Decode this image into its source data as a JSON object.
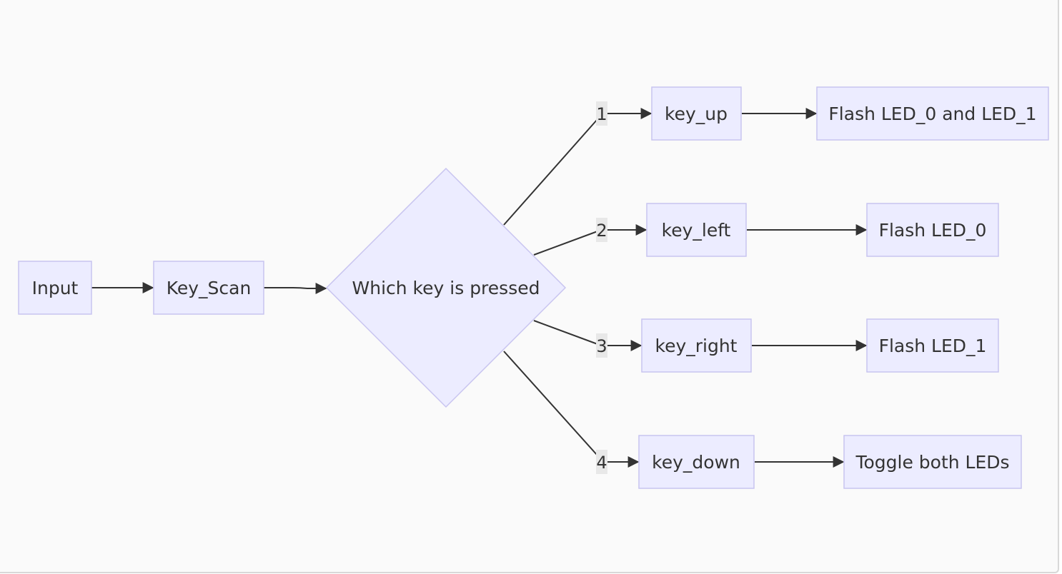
{
  "nodes": {
    "input": "Input",
    "key_scan": "Key_Scan",
    "decision": "Which key is pressed",
    "key_up": "key_up",
    "key_left": "key_left",
    "key_right": "key_right",
    "key_down": "key_down",
    "out_up": "Flash LED_0 and LED_1",
    "out_left": "Flash LED_0",
    "out_right": "Flash LED_1",
    "out_down": "Toggle both LEDs"
  },
  "edge_labels": {
    "one": "1",
    "two": "2",
    "three": "3",
    "four": "4"
  },
  "colors": {
    "node_fill": "#ececff",
    "node_stroke": "#c8c4f0",
    "edge": "#333333",
    "background": "#fafafa"
  }
}
